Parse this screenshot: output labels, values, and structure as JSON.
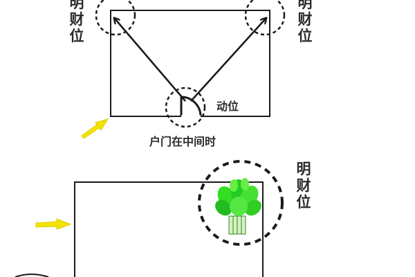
{
  "top_diagram": {
    "left_corner_label": "明财位",
    "right_corner_label": "明财位",
    "door_label": "动位",
    "caption": "户门在中间时"
  },
  "bottom_diagram": {
    "corner_label": "明财位"
  },
  "colors": {
    "line": "#1a1a1a",
    "arrow": "#f2e200",
    "plant": "#22cc22",
    "background": "#ffffff"
  },
  "icons": [
    "entrance-arrow-icon",
    "plant-icon"
  ]
}
